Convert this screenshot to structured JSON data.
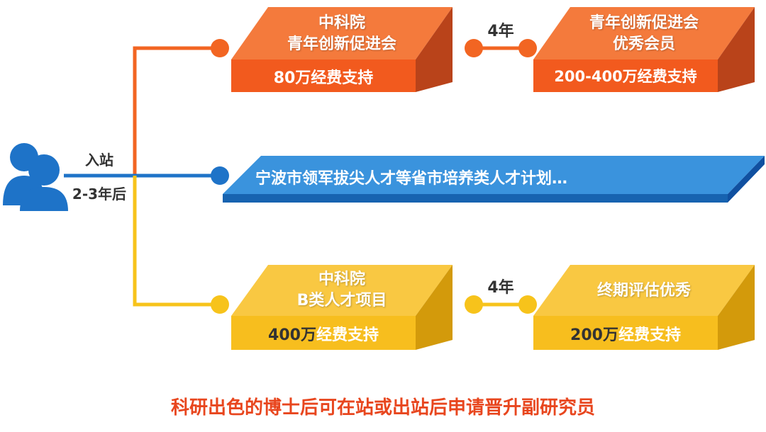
{
  "left": {
    "entry_label": "入站",
    "time_label": "2-3年后"
  },
  "branches": {
    "top": {
      "color": "#F26522",
      "box1": {
        "line1": "中科院",
        "line2": "青年创新促进会",
        "funding": "80万经费支持"
      },
      "interval": "4年",
      "box2": {
        "line1": "青年创新促进会",
        "line2": "优秀会员",
        "funding": "200-400万经费支持"
      }
    },
    "middle": {
      "color": "#1E73C8",
      "banner": "宁波市领军拔尖人才等省市培养类人才计划…"
    },
    "bottom": {
      "color": "#F7C31B",
      "box1": {
        "line1": "中科院",
        "line2": "B类人才项目",
        "funding_amount": "400万",
        "funding_text": "经费支持"
      },
      "interval": "4年",
      "box2": {
        "line1": "终期评估优秀",
        "funding_amount": "200万",
        "funding_text": "经费支持"
      }
    }
  },
  "footer": {
    "note": "科研出色的博士后可在站或出站后申请晋升副研究员",
    "color": "#E8461E"
  },
  "icons": {
    "people": "people-group-icon"
  }
}
